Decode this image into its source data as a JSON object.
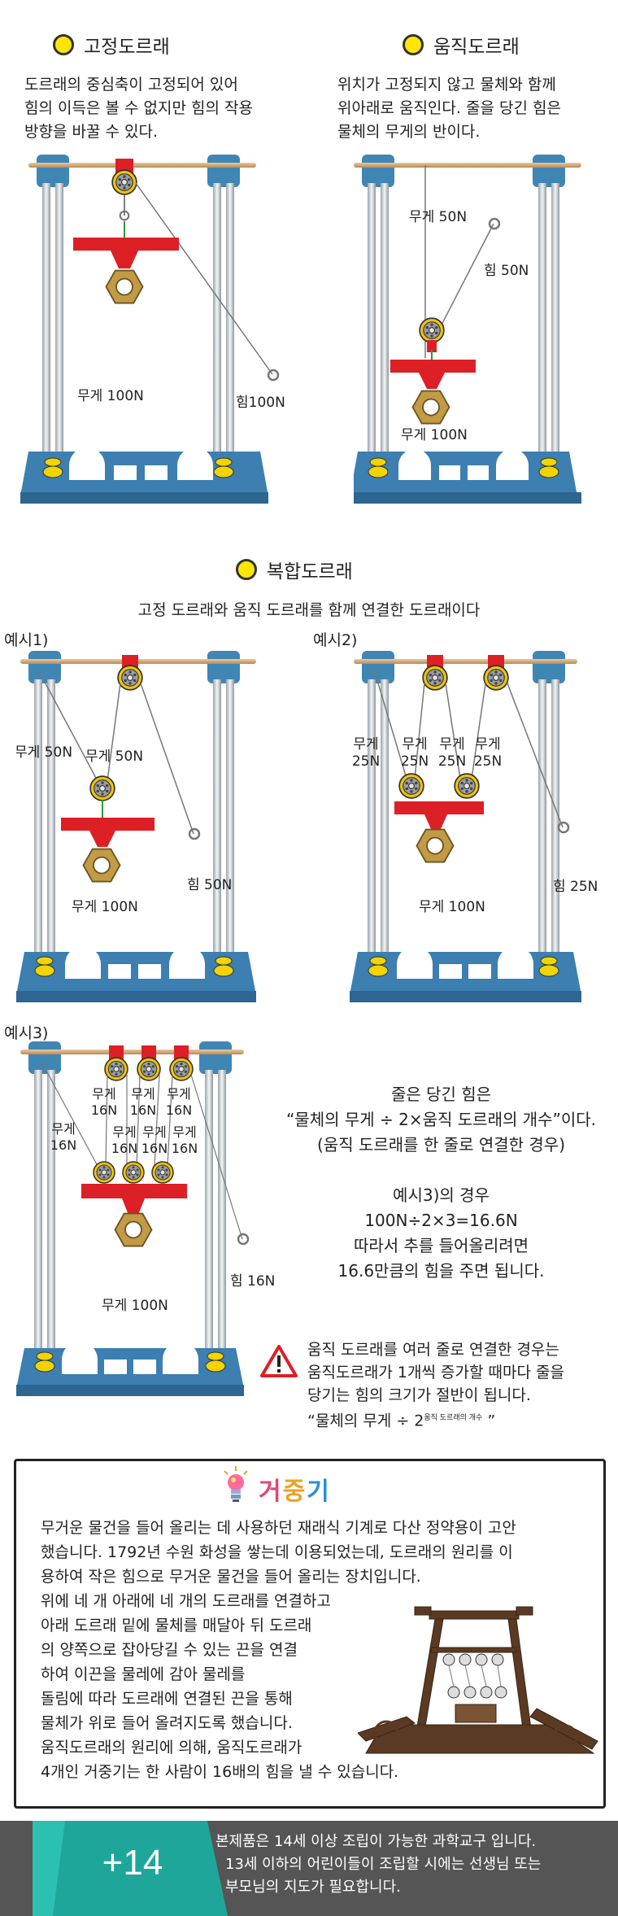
{
  "fixed_pulley": {
    "title": "고정도르래",
    "desc": [
      "도르래의 중심축이 고정되어 있어",
      "힘의 이득은 볼 수 없지만 힘의 작용",
      "방향을 바꿀 수 있다."
    ],
    "labels": {
      "weight": "무게 100N",
      "force": "힘100N"
    }
  },
  "movable_pulley": {
    "title": "움직도르래",
    "desc": [
      "위치가 고정되지 않고 물체와 함께",
      "위아래로 움직인다. 줄을 당긴 힘은",
      "물체의 무게의 반이다."
    ],
    "labels": {
      "rope": "무게 50N",
      "force": "힘 50N",
      "weight": "무게 100N"
    }
  },
  "compound_pulley": {
    "title": "복합도르래",
    "subtitle": "고정 도르래와 움직 도르래를 함께 연결한 도르래이다"
  },
  "example1": {
    "label": "예시1)",
    "rope_left": "무게 50N",
    "rope_right": "무게 50N",
    "weight": "무게 100N",
    "force": "힘 50N"
  },
  "example2": {
    "label": "예시2)",
    "ropes": [
      {
        "l1": "무게",
        "l2": "25N"
      },
      {
        "l1": "무게",
        "l2": "25N"
      },
      {
        "l1": "무게",
        "l2": "25N"
      },
      {
        "l1": "무게",
        "l2": "25N"
      }
    ],
    "weight": "무게 100N",
    "force": "힘 25N"
  },
  "example3": {
    "label": "예시3)",
    "top_ropes": [
      {
        "l1": "무게",
        "l2": "16N"
      },
      {
        "l1": "무게",
        "l2": "16N"
      },
      {
        "l1": "무게",
        "l2": "16N"
      }
    ],
    "left_rope": {
      "l1": "무게",
      "l2": "16N"
    },
    "mid_ropes": [
      {
        "l1": "무게",
        "l2": "16N"
      },
      {
        "l1": "무게",
        "l2": "16N"
      },
      {
        "l1": "무게",
        "l2": "16N"
      }
    ],
    "weight": "무게 100N",
    "force": "힘 16N"
  },
  "formula": {
    "lines": [
      "줄은 당긴 힘은",
      "“물체의 무게 ÷ 2×움직 도르래의 개수”이다.",
      "(움직 도르래를 한 줄로 연결한 경우)",
      "",
      "예시3)의 경우",
      "100N÷2×3=16.6N",
      "따라서 추를 들어올리려면",
      "16.6만큼의 힘을 주면 됩니다."
    ]
  },
  "warning": {
    "lines": [
      "움직 도르래를 여러 줄로 연결한 경우는",
      "움직도르래가 1개씩 증가할 때마다 줄을",
      "당기는 힘의 크기가 절반이 됩니다."
    ],
    "formula_prefix": "“물체의 무게 ÷ 2",
    "formula_sup": "움직 도르래의 개수",
    "formula_suffix": " ”"
  },
  "geojunggi": {
    "title": "거중기",
    "title_colors": [
      "#e0457b",
      "#f0a020",
      "#2a8fd8"
    ],
    "para1": [
      "무거운 물건을 들어 올리는 데 사용하던 재래식 기계로 다산 정약용이 고안",
      "했습니다. 1792년 수원 화성을 쌓는데 이용되었는데, 도르래의 원리를 이",
      "용하여 작은 힘으로 무거운 물건을 들어 올리는 장치입니다."
    ],
    "para2": [
      "위에 네 개 아래에 네 개의 도르래를 연결하고",
      "아래 도르래 밑에 물체를 매달아 뒤 도르래",
      "의 양쪽으로 잡아당길 수 있는 끈을 연결",
      "하여 이끈을 물레에 감아 물레를",
      "돌림에 따라 도르래에 연결된 끈을 통해",
      "물체가 위로 들어 올려지도록 했습니다.",
      "움직도르래의 원리에 의해, 움직도르래가",
      "4개인 거중기는 한 사람이 16배의 힘을 낼 수 있습니다."
    ]
  },
  "footer": {
    "age": "+14",
    "lines": [
      "본제품은 14세 이상 조립이 가능한 과학교구 입니다.",
      "13세 이하의 어린이들이 조립할 시에는 선생님 또는",
      "부모님의 지도가 필요합니다."
    ]
  },
  "colors": {
    "frame_blue": "#3f86b4",
    "base_blue": "#3c7fb0",
    "pulley_red": "#dd1f26",
    "nut_gold": "#c29b46",
    "accent_yellow": "#ffe600",
    "footer_bg": "#555555",
    "footer_teal": "#1fa69a"
  }
}
